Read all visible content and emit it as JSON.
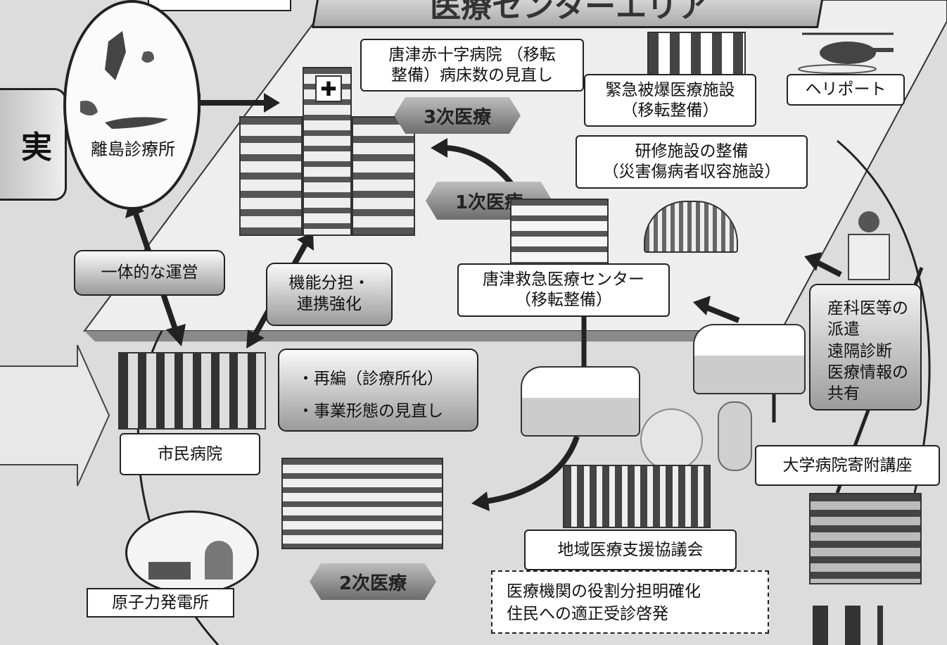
{
  "labels": {
    "heading_fragment": "医療センターエリア",
    "left_fragment": "実",
    "island_clinic": "離島診療所",
    "karatsu_red_cross": [
      "唐津赤十字病院 （移転",
      "整備）病床数の見直し"
    ],
    "tertiary_care": "3次医療",
    "emergency_exposure": [
      "緊急被爆医療施設",
      "（移転整備）"
    ],
    "heliport": "ヘリポート",
    "training_facility": [
      "研修施設の整備",
      "（災害傷病者収容施設）"
    ],
    "primary_care": "1次医療",
    "integrated_operation": "一体的な運営",
    "role_sharing": [
      "機能分担・",
      "連携強化"
    ],
    "karatsu_emergency_center": [
      "唐津救急医療センター",
      "（移転整備）"
    ],
    "obstetrics_dispatch": [
      "産科医等の",
      "派遣",
      "遠隔診断",
      "医療情報の",
      "共有"
    ],
    "reorganization": [
      "・再編（診療所化）",
      "・事業形態の見直し"
    ],
    "city_hospital": "市民病院",
    "university_course": "大学病院寄附講座",
    "nuclear_plant": "原子力発電所",
    "secondary_care": "2次医療",
    "regional_council": "地域医療支援協議会",
    "role_clarification": [
      "医療機関の役割分担明確化",
      "住民への適正受診啓発"
    ]
  },
  "icons": [
    "hospital-building-icon",
    "ambulance-icon",
    "helicopter-icon",
    "island-map-icon",
    "nuclear-plant-icon",
    "doctor-icon",
    "mother-baby-icon"
  ]
}
